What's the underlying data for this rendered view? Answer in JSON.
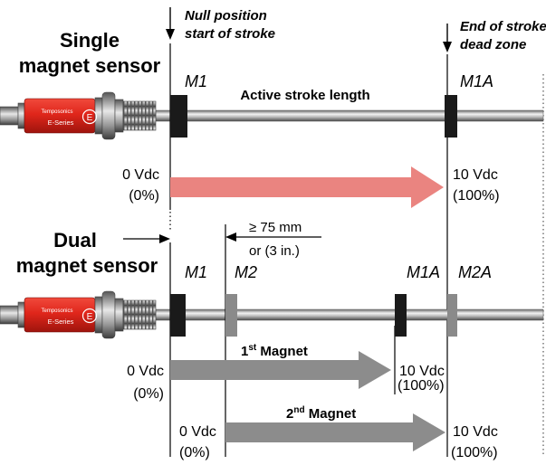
{
  "top_labels": {
    "null_line1": "Null position",
    "null_line2": "start of stroke",
    "end_line1": "End of stroke",
    "end_line2": "dead zone"
  },
  "single": {
    "title_line1": "Single",
    "title_line2": "magnet sensor",
    "m1": "M1",
    "m1a": "M1A",
    "stroke_label": "Active stroke length",
    "start_vdc": "0 Vdc",
    "start_pct": "(0%)",
    "end_vdc": "10 Vdc",
    "end_pct": "(100%)"
  },
  "dual": {
    "title_line1": "Dual",
    "title_line2": "magnet sensor",
    "min_line1": "≥ 75 mm",
    "min_line2": "or (3 in.)",
    "m1": "M1",
    "m2": "M2",
    "m1a": "M1A",
    "m2a": "M2A",
    "first_num": "1",
    "first_sup": "st",
    "first_word": " Magnet",
    "second_num": "2",
    "second_sup": "nd",
    "second_word": " Magnet",
    "a_start_vdc": "0 Vdc",
    "a_start_pct": "(0%)",
    "a_end_vdc": "10 Vdc",
    "a_end_pct": "(100%)",
    "b_start_vdc": "0 Vdc",
    "b_start_pct": "(0%)",
    "b_end_vdc": "10 Vdc",
    "b_end_pct": "(100%)"
  },
  "sensor": {
    "brand": "Temposonics",
    "series": "E-Series",
    "badge": "E"
  },
  "colors": {
    "sensor_red": "#e0261b",
    "arrow_pink": "#ea8480",
    "arrow_gray": "#8c8c8c",
    "magnet_black": "#1a1a1a",
    "magnet_gray": "#8a8a8a"
  }
}
